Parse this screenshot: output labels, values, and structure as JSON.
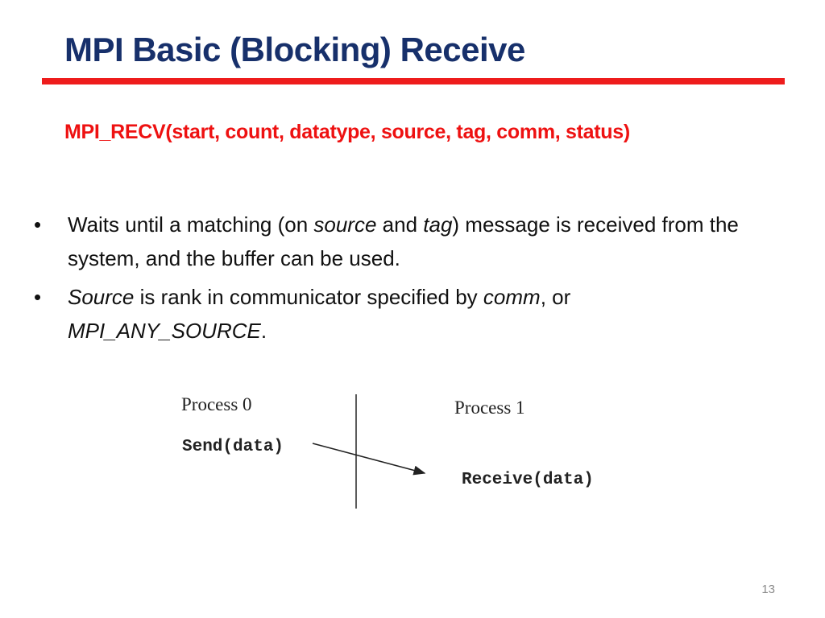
{
  "slide": {
    "title": "MPI Basic (Blocking) Receive",
    "signature": "MPI_RECV(start, count, datatype, source, tag, comm, status)",
    "bullets": [
      {
        "symbol": "•",
        "parts": [
          "Waits until a matching (on ",
          "source",
          " and ",
          "tag",
          ") message is received from the system, and the buffer can be used."
        ]
      },
      {
        "symbol": "•",
        "parts": [
          "Source",
          " is rank in communicator specified by ",
          "comm",
          ", or ",
          "MPI_ANY_SOURCE",
          "."
        ]
      }
    ],
    "diagram": {
      "process0_label": "Process 0",
      "process1_label": "Process 1",
      "send_label": "Send(data)",
      "receive_label": "Receive(data)"
    },
    "page_number": "13"
  },
  "colors": {
    "title": "#17306b",
    "accent_rule": "#ee1c1c",
    "signature": "#ee1111",
    "body_text": "#111111",
    "page_number": "#8a8a8a"
  }
}
